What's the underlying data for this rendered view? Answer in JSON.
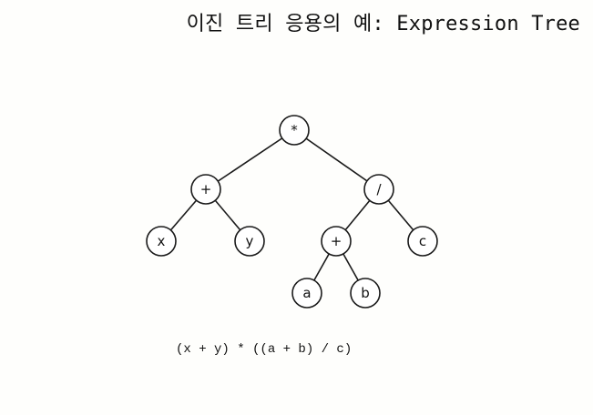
{
  "title": "이진 트리 응용의 예: Expression Tree",
  "expression": "(x + y) * ((a + b) / c)",
  "tree": {
    "nodes": [
      {
        "id": "mul",
        "label": "*"
      },
      {
        "id": "plus1",
        "label": "+"
      },
      {
        "id": "div",
        "label": "/"
      },
      {
        "id": "x",
        "label": "x"
      },
      {
        "id": "y",
        "label": "y"
      },
      {
        "id": "plus2",
        "label": "+"
      },
      {
        "id": "c",
        "label": "c"
      },
      {
        "id": "a",
        "label": "a"
      },
      {
        "id": "b",
        "label": "b"
      }
    ],
    "edges": [
      [
        "mul",
        "plus1"
      ],
      [
        "mul",
        "div"
      ],
      [
        "plus1",
        "x"
      ],
      [
        "plus1",
        "y"
      ],
      [
        "div",
        "plus2"
      ],
      [
        "div",
        "c"
      ],
      [
        "plus2",
        "a"
      ],
      [
        "plus2",
        "b"
      ]
    ]
  },
  "colors": {
    "stroke": "#1a1a1a",
    "background": "#fefefc"
  }
}
